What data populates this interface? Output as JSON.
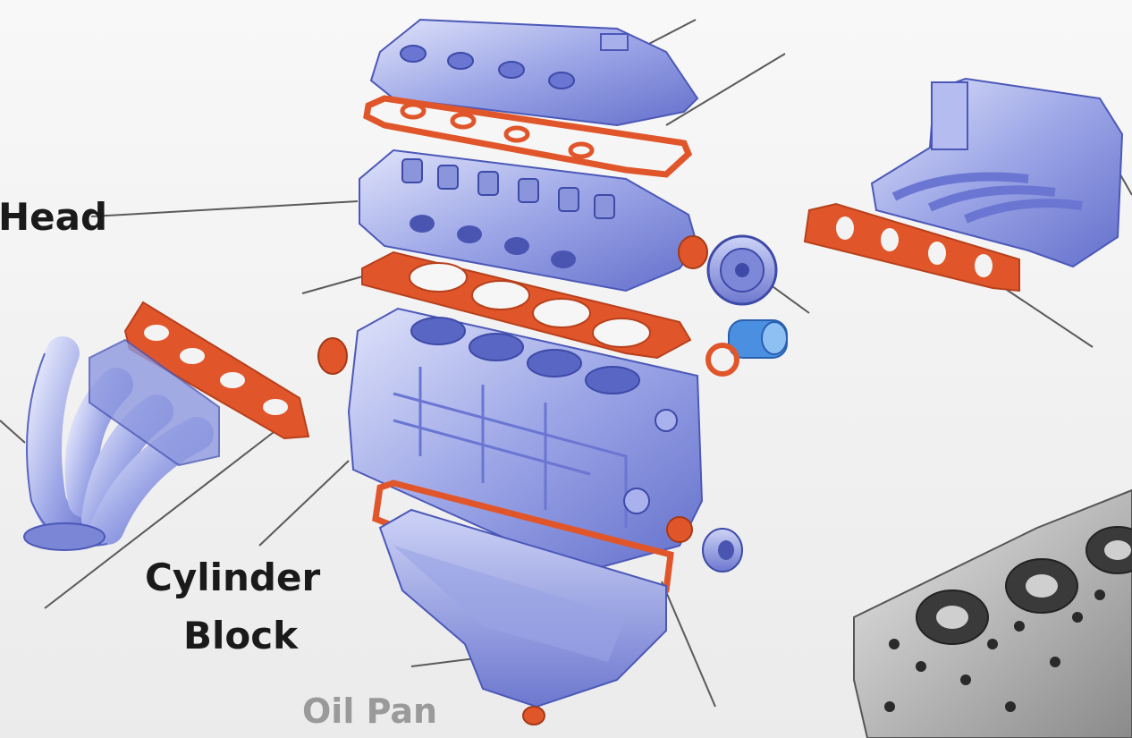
{
  "labels": {
    "head": "Head",
    "cylinder_block_line1": "Cylinder",
    "cylinder_block_line2": "Block",
    "oil_pan": "Oil Pan"
  },
  "colors": {
    "metal_light": "#c8cff2",
    "metal_mid": "#8e99e0",
    "metal_dark": "#5a66c4",
    "gasket": "#e0562a",
    "gasket_dark": "#b8401c",
    "leader_line": "#555555",
    "blue_part": "#4a8fe0",
    "grey_head": "#b0b0b0"
  }
}
